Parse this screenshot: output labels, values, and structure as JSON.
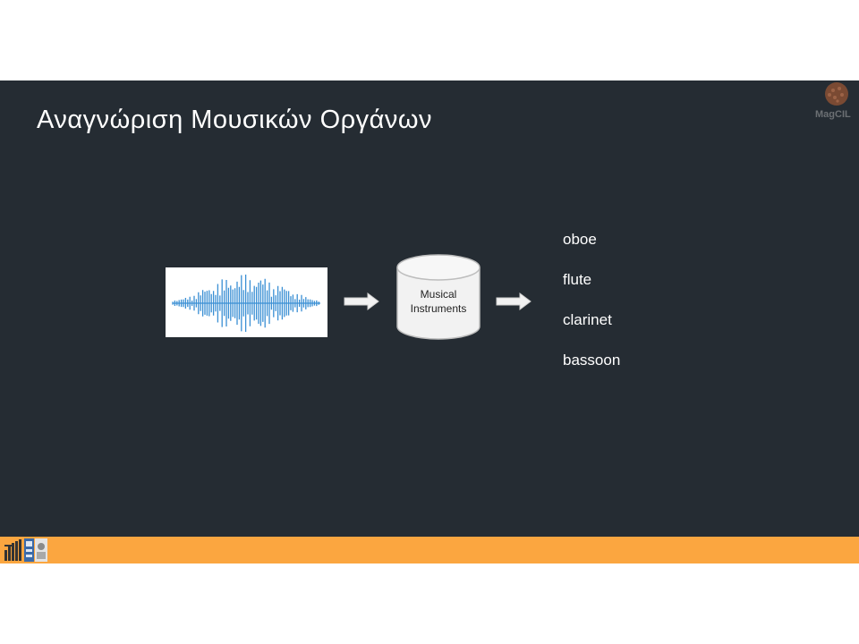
{
  "slide": {
    "title": "Αναγνώριση Μουσικών Οργάνων",
    "corner_logo_text": "MagCIL"
  },
  "diagram": {
    "database_label_line1": "Musical",
    "database_label_line2": "Instruments",
    "outputs": [
      "oboe",
      "flute",
      "clarinet",
      "bassoon"
    ]
  },
  "colors": {
    "slide_background": "#252c33",
    "footer_bar": "#fba640",
    "waveform": "#3a8fd4",
    "text": "#ffffff"
  },
  "icons": {
    "waveform": "sound-waveform-icon",
    "database": "database-cylinder-icon",
    "arrow": "right-arrow-icon",
    "corner_logo": "magcil-logo-icon",
    "footer_logo": "institution-logo-icon"
  }
}
